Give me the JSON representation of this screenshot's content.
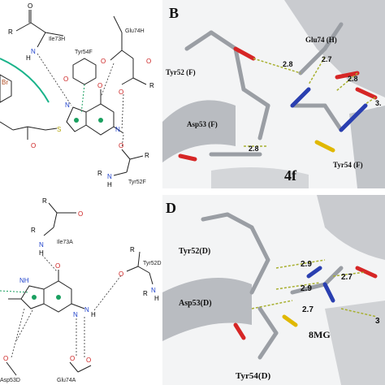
{
  "figure": {
    "panel_a": {
      "residues": [
        "Ile73H",
        "Tyr54F",
        "Glu74H",
        "Tyr52F"
      ],
      "atoms": [
        "O",
        "R",
        "N",
        "H",
        "Br",
        "S",
        "N",
        "N",
        "O",
        "R",
        "R",
        "N",
        "H",
        "R",
        "O",
        "O",
        "O",
        "R",
        "R"
      ]
    },
    "panel_b": {
      "letter": "B",
      "residues": [
        "Tyr52 (F)",
        "Glu74 (H)",
        "Asp53 (F)",
        "Tyr54 (F)"
      ],
      "ligand": "4f",
      "distances": [
        "2.8",
        "2.7",
        "2.8",
        "3.",
        "2.8"
      ]
    },
    "panel_c": {
      "residues": [
        "Ile73A",
        "Tyr52D",
        "Asp53D",
        "Glu74A"
      ],
      "atoms": [
        "R",
        "O",
        "R",
        "N",
        "H",
        "NH",
        "O",
        "N",
        "N",
        "H",
        "O",
        "R",
        "N",
        "R",
        "H",
        "O",
        "O",
        "O"
      ]
    },
    "panel_d": {
      "letter": "D",
      "residues": [
        "Tyr52(D)",
        "Asp53(D)",
        "Tyr54(D)"
      ],
      "ligand": "8MG",
      "distances": [
        "2.9",
        "2.9",
        "2.7",
        "2.7",
        "3"
      ]
    }
  }
}
